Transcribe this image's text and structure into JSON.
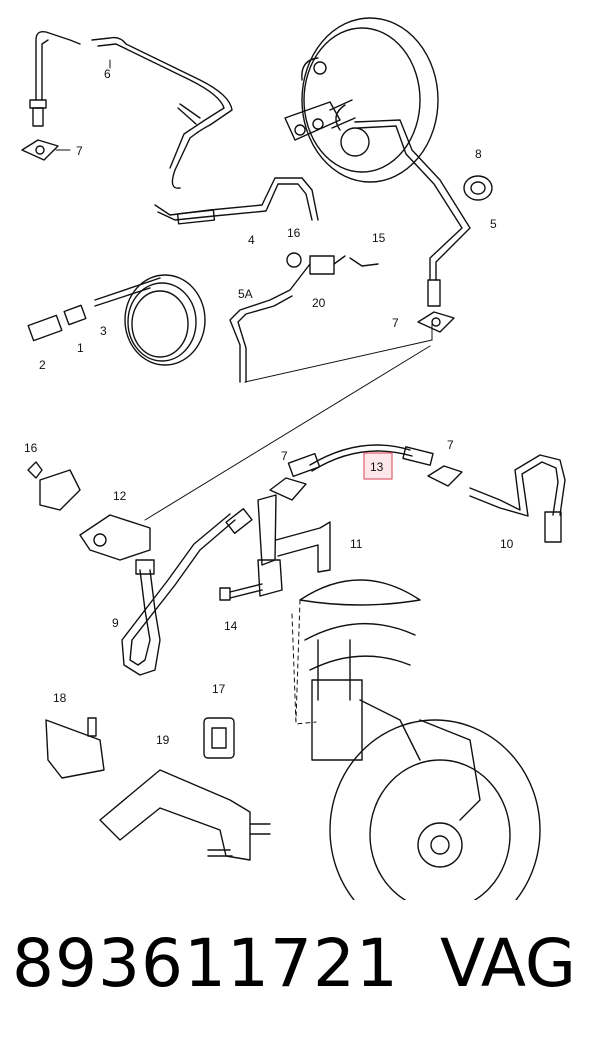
{
  "diagram": {
    "callouts": {
      "c1": "1",
      "c2": "2",
      "c3": "3",
      "c4": "4",
      "c5": "5",
      "c5a": "5A",
      "c6": "6",
      "c7a": "7",
      "c7b": "7",
      "c7c": "7",
      "c7d": "7",
      "c8": "8",
      "c9": "9",
      "c10": "10",
      "c11": "11",
      "c12": "12",
      "c13": "13",
      "c14": "14",
      "c15": "15",
      "c16a": "16",
      "c16b": "16",
      "c17": "17",
      "c18": "18",
      "c19": "19",
      "c20": "20"
    },
    "highlight_color": "#e06070"
  },
  "footer": {
    "part_number": "893611721",
    "brand": "VAG"
  }
}
